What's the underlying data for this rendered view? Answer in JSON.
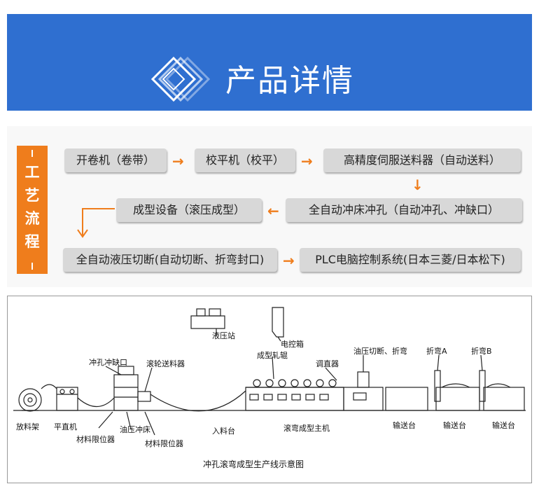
{
  "header": {
    "title": "产品详情"
  },
  "process": {
    "side_label": [
      "工",
      "艺",
      "流",
      "程"
    ],
    "steps": [
      "开卷机（卷带）",
      "校平机（校平）",
      "高精度伺服送料器（自动送料）",
      "全自动冲床冲孔（自动冲孔、冲缺口）",
      "成型设备（滚压成型）",
      "全自动液压切断(自动切断、折弯封口)",
      "PLC电脑控制系统(日本三菱/日本松下)"
    ],
    "arrow_right": "→",
    "arrow_left": "←",
    "arrow_down": "↓"
  },
  "diagram": {
    "labels": {
      "hydraulic_station": "液压站",
      "control_box": "电控箱",
      "forming_rolls": "成型轧辊",
      "cut_bend": "油压切断、折弯",
      "folder_a": "折弯A",
      "folder_b": "折弯B",
      "punch_notch": "冲孔冲缺口",
      "roller_feeder": "滚轮送料器",
      "straightener": "调直器",
      "decoiler": "放料架",
      "leveler": "平直机",
      "oil_press": "油压冲床",
      "limiter1": "材料限位器",
      "limiter2": "材料限位器",
      "infeed_table": "入料台",
      "main_machine": "滚弯成型主机",
      "conveyor1": "输送台",
      "conveyor2": "输送台",
      "conveyor3": "输送台"
    },
    "caption": "冲孔滚弯成型生产线示意图"
  }
}
